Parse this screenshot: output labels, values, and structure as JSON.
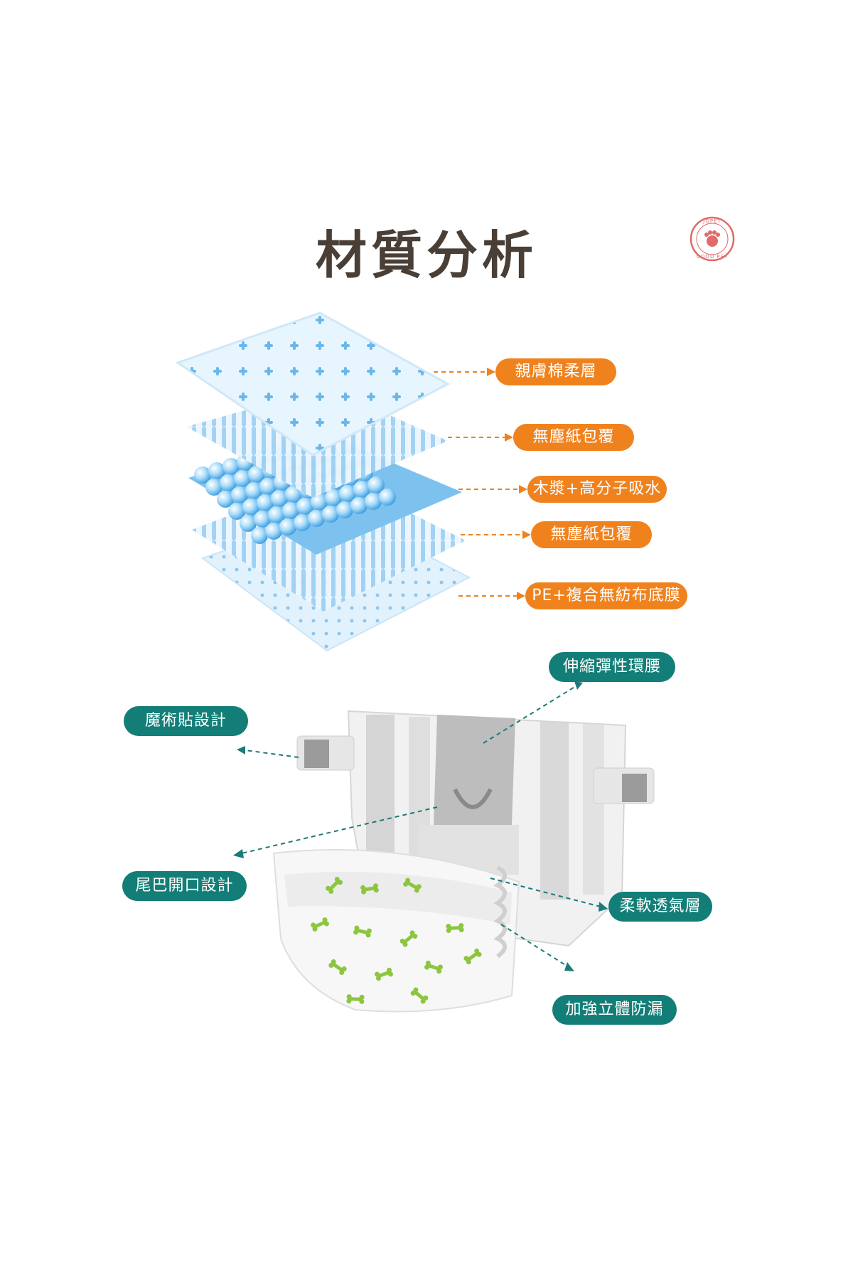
{
  "heading": {
    "title": "材質分析"
  },
  "brand": {
    "logo_top": "JOPET",
    "logo_bottom": "GOOD PET"
  },
  "colors": {
    "orange": "#f0821e",
    "teal": "#137e77",
    "title": "#4a3f36",
    "layer_blue": "#8fcaf0"
  },
  "layers": {
    "layer_1": "親膚棉柔層",
    "layer_2": "無塵紙包覆",
    "layer_3": "木漿+高分子吸水",
    "layer_4": "無塵紙包覆",
    "layer_5": "PE+複合無紡布底膜"
  },
  "features": {
    "elastic_waist": "伸縮彈性環腰",
    "velcro": "魔術貼設計",
    "tail_opening": "尾巴開口設計",
    "soft_layer": "柔軟透氣層",
    "leak_guard": "加強立體防漏"
  }
}
